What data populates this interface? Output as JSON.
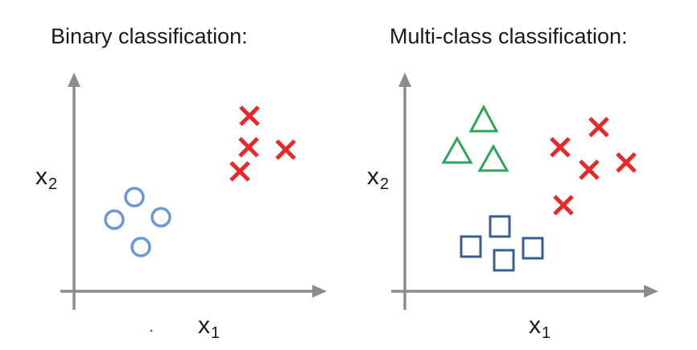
{
  "panels": [
    {
      "title": "Binary classification:",
      "x_axis": {
        "var": "x",
        "sub": "1"
      },
      "y_axis": {
        "var": "x",
        "sub": "2"
      },
      "colors": {
        "circle": "#6a99d0",
        "cross": "#e8292a"
      },
      "classes": [
        "circle",
        "cross"
      ]
    },
    {
      "title": "Multi-class classification:",
      "x_axis": {
        "var": "x",
        "sub": "1"
      },
      "y_axis": {
        "var": "x",
        "sub": "2"
      },
      "colors": {
        "triangle": "#2fa55a",
        "square": "#3a5f8f",
        "cross": "#e8292a"
      },
      "classes": [
        "triangle",
        "square",
        "cross"
      ]
    }
  ],
  "axis_color": "#8c8c8c"
}
